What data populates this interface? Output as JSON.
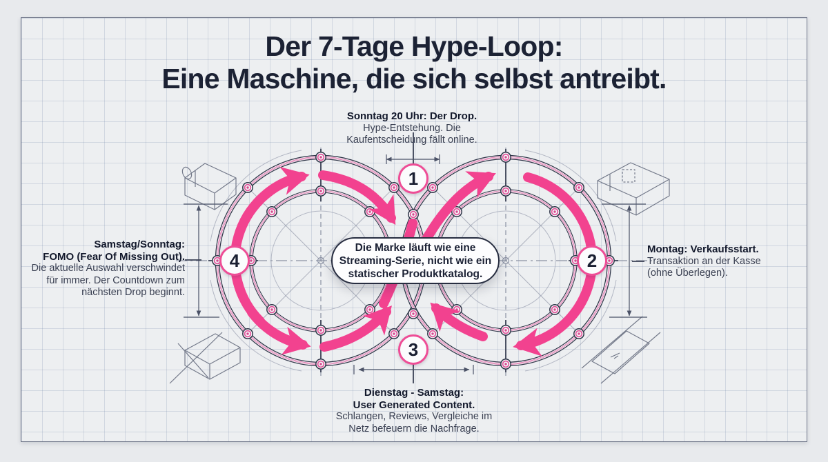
{
  "title": {
    "line1": "Der 7-Tage Hype-Loop:",
    "line2": "Eine Maschine, die sich selbst antreibt."
  },
  "center_note": {
    "lines": [
      "Die Marke läuft wie eine",
      "Streaming-Serie, nicht wie ein",
      "statischer Produktkatalog."
    ]
  },
  "steps": [
    {
      "number": "1",
      "position": "top",
      "title_lines": [
        "Sonntag 20 Uhr: Der Drop."
      ],
      "body_lines": [
        "Hype-Entstehung. Die",
        "Kaufentscheidung fällt online."
      ]
    },
    {
      "number": "2",
      "position": "right",
      "title_lines": [
        "Montag: Verkaufsstart."
      ],
      "body_lines": [
        "Transaktion an der Kasse",
        "(ohne Überlegen)."
      ]
    },
    {
      "number": "3",
      "position": "bottom",
      "title_lines": [
        "Dienstag - Samstag:",
        "User Generated Content."
      ],
      "body_lines": [
        "Schlangen, Reviews, Vergleiche im",
        "Netz befeuern die Nachfrage."
      ]
    },
    {
      "number": "4",
      "position": "left",
      "title_lines": [
        "Samstag/Sonntag:",
        "FOMO (Fear Of Missing Out)."
      ],
      "body_lines": [
        "Die aktuelle Auswahl verschwindet",
        "für immer. Der Countdown zum",
        "nächsten Drop beginnt."
      ]
    }
  ],
  "colors": {
    "accent_pink": "#F2428F",
    "ink": "#1C2234",
    "ring_dark": "#2E3447",
    "panel_background": "#EDEFF1",
    "page_background": "#E8EAED"
  }
}
